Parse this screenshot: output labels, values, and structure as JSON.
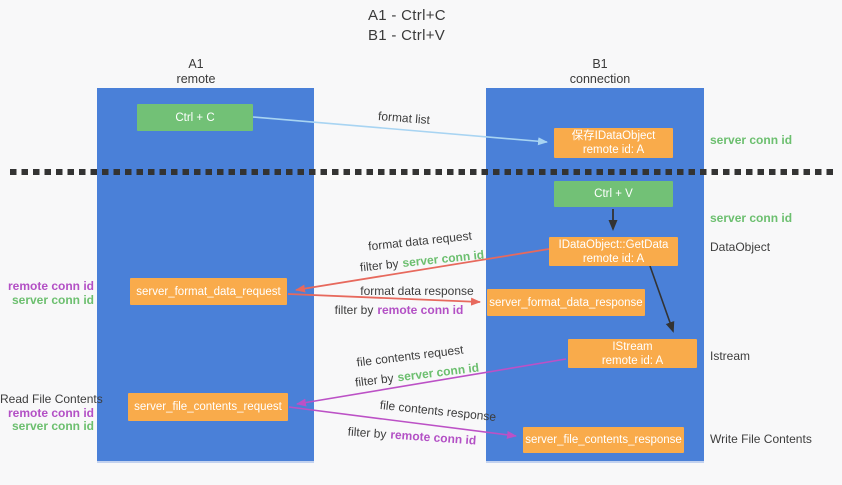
{
  "title": {
    "line1": "A1 - Ctrl+C",
    "line2": "B1 - Ctrl+V"
  },
  "lanes": {
    "left": {
      "title": "A1",
      "subtitle": "remote"
    },
    "right": {
      "title": "B1",
      "subtitle": "connection"
    }
  },
  "nodes": {
    "ctrl_c": "Ctrl + C",
    "ctrl_v": "Ctrl + V",
    "save_dataobject_line1": "保存IDataObject",
    "save_dataobject_line2": "remote id: A",
    "getdata_line1": "IDataObject::GetData",
    "getdata_line2": "remote id: A",
    "istream_line1": "IStream",
    "istream_line2": "remote id: A",
    "server_format_data_request": "server_format_data_request",
    "server_format_data_response": "server_format_data_response",
    "server_file_contents_request": "server_file_contents_request",
    "server_file_contents_response": "server_file_contents_response"
  },
  "arrow_labels": {
    "format_list": "format list",
    "format_data_request": "format data request",
    "format_data_response": "format data response",
    "file_contents_request": "file contents request",
    "file_contents_response": "file contents response",
    "filter_by": "filter by",
    "server_conn_id": "server conn id",
    "remote_conn_id": "remote conn id"
  },
  "side_labels": {
    "right_server_conn_id_top": "server conn id",
    "right_server_conn_id_mid": "server conn id",
    "right_dataobject": "DataObject",
    "right_istream": "Istream",
    "right_write_file_contents": "Write File Contents",
    "left_remote_conn_id_1": "remote conn id",
    "left_server_conn_id_1": "server conn id",
    "left_read_file_contents": "Read File Contents",
    "left_remote_conn_id_2": "remote conn id",
    "left_server_conn_id_2": "server conn id"
  },
  "colors": {
    "lane_blue": "#4a80d8",
    "box_green": "#72c176",
    "box_orange": "#f9ab4b",
    "arrow_red": "#e7695d",
    "arrow_magenta": "#bc51c6",
    "arrow_light_blue": "#a8d4f2",
    "arrow_black": "#333333",
    "text_green": "#6cbf6f",
    "text_purple": "#b350c5"
  }
}
